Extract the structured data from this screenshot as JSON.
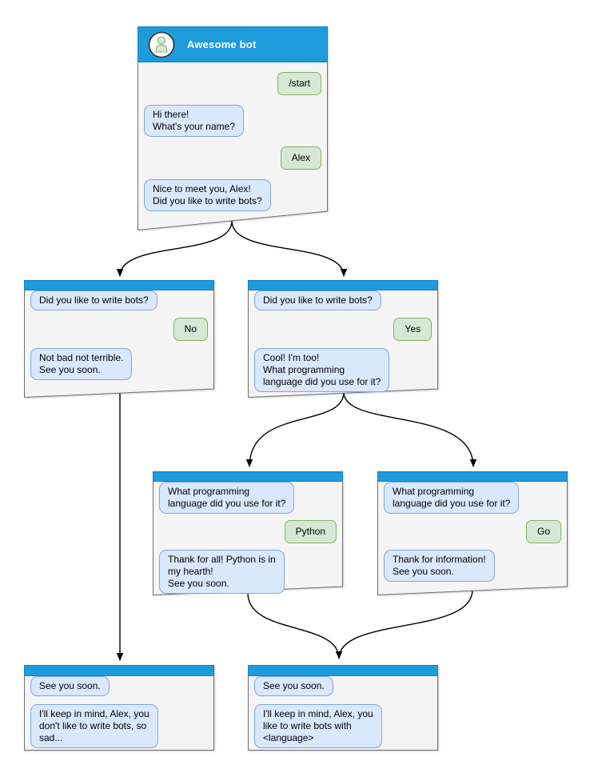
{
  "colors": {
    "header_blue": "#1E9BDB",
    "header_border": "#1583C4",
    "window_fill": "#F5F5F5",
    "window_border": "#707070",
    "bot_bubble_fill": "#DAE8FC",
    "bot_bubble_border": "#7EA6E0",
    "user_bubble_fill": "#D5E8D4",
    "user_bubble_border": "#82B366",
    "avatar_fill": "#D5E8D4",
    "avatar_stroke": "#82B366",
    "title_text": "#FFFFFF",
    "text": "#000000",
    "connector": "#000000"
  },
  "windows": {
    "root": {
      "title": "Awesome bot",
      "messages": [
        {
          "from": "user",
          "text": "/start"
        },
        {
          "from": "bot",
          "text": "Hi there!\nWhat's your name?"
        },
        {
          "from": "user",
          "text": "Alex"
        },
        {
          "from": "bot",
          "text": "Nice to meet you, Alex!\nDid you like to write bots?"
        }
      ]
    },
    "branch_no": {
      "messages": [
        {
          "from": "bot",
          "text": "Did you like to write bots?"
        },
        {
          "from": "user",
          "text": "No"
        },
        {
          "from": "bot",
          "text": "Not bad not terrible.\nSee you soon."
        }
      ]
    },
    "branch_yes": {
      "messages": [
        {
          "from": "bot",
          "text": "Did you like to write bots?"
        },
        {
          "from": "user",
          "text": "Yes"
        },
        {
          "from": "bot",
          "text": "Cool! I'm too!\nWhat programming\nlanguage did you use for it?"
        }
      ]
    },
    "lang_python": {
      "messages": [
        {
          "from": "bot",
          "text": "What programming\nlanguage did you use for it?"
        },
        {
          "from": "user",
          "text": "Python"
        },
        {
          "from": "bot",
          "text": "Thank for all! Python is in\nmy hearth!\nSee you soon."
        }
      ]
    },
    "lang_go": {
      "messages": [
        {
          "from": "bot",
          "text": "What programming\nlanguage did you use for it?"
        },
        {
          "from": "user",
          "text": "Go"
        },
        {
          "from": "bot",
          "text": "Thank for information!\nSee you soon."
        }
      ]
    },
    "end_no": {
      "messages": [
        {
          "from": "bot",
          "text": "See you soon."
        },
        {
          "from": "bot",
          "text": "I'll keep in mind, Alex, you\ndon't like to write bots, so\nsad..."
        }
      ]
    },
    "end_lang": {
      "messages": [
        {
          "from": "bot",
          "text": "See you soon."
        },
        {
          "from": "bot",
          "text": "I'll keep in mind, Alex, you\nlike to write bots with\n<language>"
        }
      ]
    }
  }
}
